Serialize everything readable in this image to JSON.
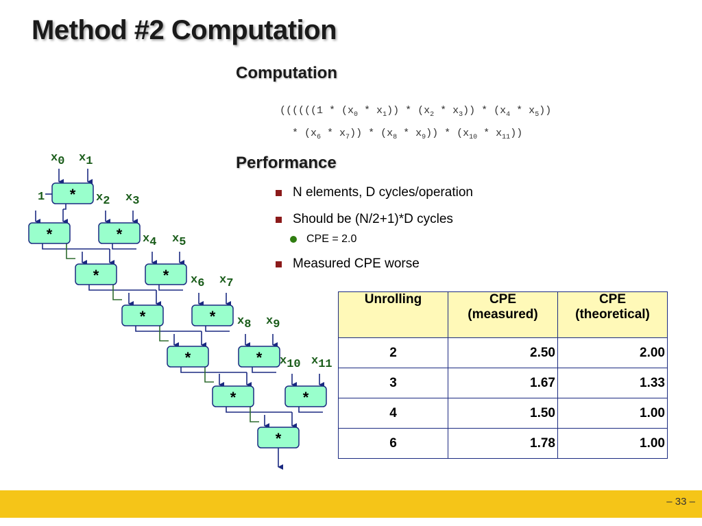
{
  "slide": {
    "title": "Method #2 Computation",
    "page_number": "– 33 –"
  },
  "computation": {
    "heading": "Computation",
    "line1": [
      {
        "t": "((((((1 * (x"
      },
      {
        "s": "0"
      },
      {
        "t": " * x"
      },
      {
        "s": "1"
      },
      {
        "t": ")) * (x"
      },
      {
        "s": "2"
      },
      {
        "t": " * x"
      },
      {
        "s": "3"
      },
      {
        "t": ")) * (x"
      },
      {
        "s": "4"
      },
      {
        "t": " * x"
      },
      {
        "s": "5"
      },
      {
        "t": "))"
      }
    ],
    "line2": [
      {
        "t": "  * (x"
      },
      {
        "s": "6"
      },
      {
        "t": " * x"
      },
      {
        "s": "7"
      },
      {
        "t": ")) * (x"
      },
      {
        "s": "8"
      },
      {
        "t": " * x"
      },
      {
        "s": "9"
      },
      {
        "t": ")) * (x"
      },
      {
        "s": "10"
      },
      {
        "t": " * x"
      },
      {
        "s": "11"
      },
      {
        "t": "))"
      }
    ]
  },
  "performance": {
    "heading": "Performance",
    "bullets": [
      {
        "text": "N elements, D cycles/operation",
        "level": 1
      },
      {
        "text": "Should be (N/2+1)*D cycles",
        "level": 1
      },
      {
        "text": "CPE = 2.0",
        "level": 2
      },
      {
        "text": "Measured CPE worse",
        "level": 1
      }
    ]
  },
  "table": {
    "headers": [
      "Unrolling",
      "CPE\n(measured)",
      "CPE\n(theoretical)"
    ],
    "rows": [
      [
        "2",
        "2.50",
        "2.00"
      ],
      [
        "3",
        "1.67",
        "1.33"
      ],
      [
        "4",
        "1.50",
        "1.00"
      ],
      [
        "6",
        "1.78",
        "1.00"
      ]
    ]
  },
  "diagram": {
    "one_label": "1",
    "var_base": "x",
    "var_subs": [
      "0",
      "1",
      "2",
      "3",
      "4",
      "5",
      "6",
      "7",
      "8",
      "9",
      "10",
      "11"
    ],
    "op_label": "*"
  },
  "colors": {
    "op_box": "#99ffcc",
    "var_text": "#1a5c1a",
    "footer": "#f5c518",
    "table_header": "#fff9b8",
    "bullet_square": "#8b1a1a",
    "bullet_dot": "#2f7d10"
  }
}
